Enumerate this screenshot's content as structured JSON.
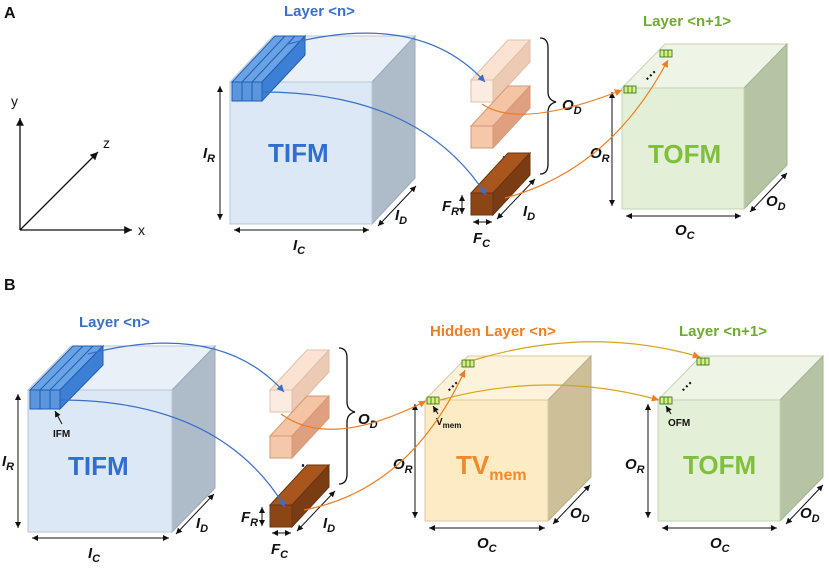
{
  "panels": {
    "a": "A",
    "b": "B"
  },
  "axes": {
    "x": "x",
    "y": "y",
    "z": "z"
  },
  "a": {
    "layer_n": "Layer <n>",
    "layer_n1": "Layer <n+1>",
    "tifm": "TIFM",
    "tofm": "TOFM"
  },
  "b": {
    "layer_n": "Layer <n>",
    "hidden_layer": "Hidden Layer <n>",
    "layer_n1": "Layer <n+1>",
    "tifm": "TIFM",
    "tv": "TV",
    "tv_sub": "mem",
    "tofm": "TOFM",
    "ifm_label": "IFM",
    "vmem_label": "V",
    "vmem_sub": "mem",
    "ofm_label": "OFM"
  },
  "dims": {
    "I": "I",
    "O": "O",
    "F": "F",
    "R": "R",
    "C": "C",
    "D": "D"
  },
  "colors": {
    "blue_arrow": "#3a6fc9",
    "orange_arrow": "#ef7d22",
    "tifm_face": "#dce8f5",
    "tofm_face": "#e3efd6",
    "tv_face": "#fdebc4"
  }
}
